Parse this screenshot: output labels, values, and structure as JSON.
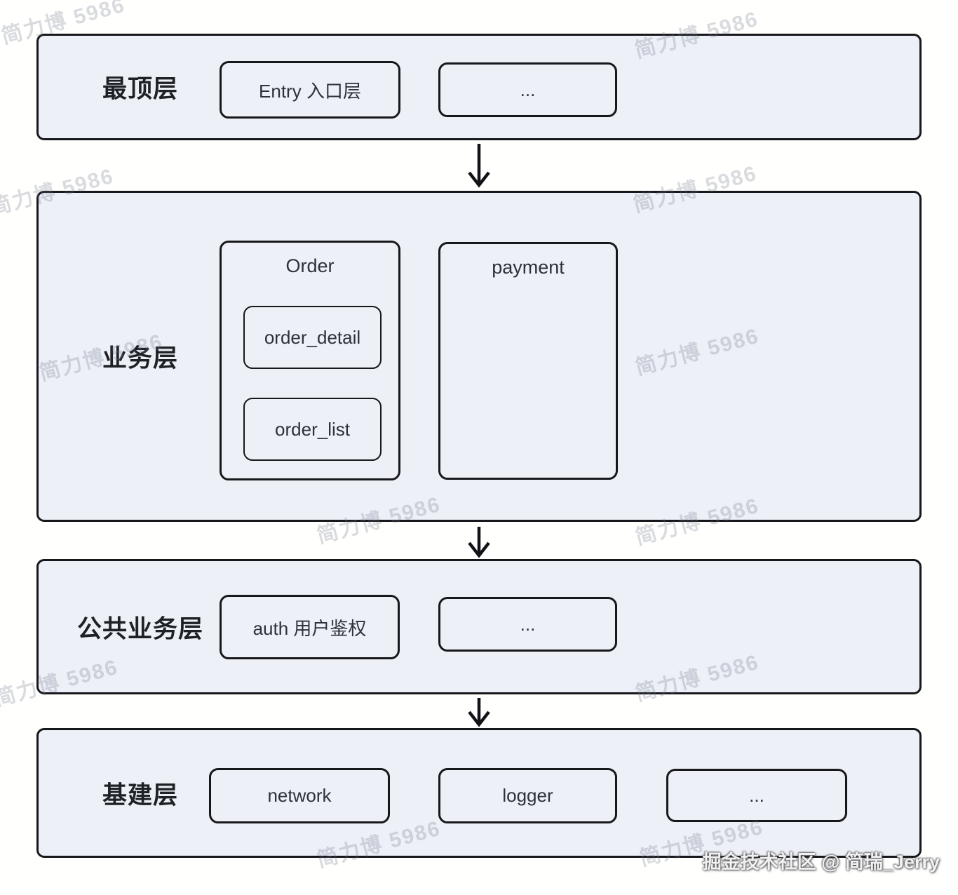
{
  "layers": {
    "top": {
      "label": "最顶层",
      "boxes": [
        {
          "label": "Entry 入口层"
        },
        {
          "label": "..."
        }
      ]
    },
    "business": {
      "label": "业务层",
      "order": {
        "title": "Order",
        "children": [
          {
            "label": "order_detail"
          },
          {
            "label": "order_list"
          }
        ]
      },
      "payment": {
        "title": "payment"
      }
    },
    "common": {
      "label": "公共业务层",
      "boxes": [
        {
          "label": "auth 用户鉴权"
        },
        {
          "label": "..."
        }
      ]
    },
    "infra": {
      "label": "基建层",
      "boxes": [
        {
          "label": "network"
        },
        {
          "label": "logger"
        },
        {
          "label": "..."
        }
      ]
    }
  },
  "watermark": {
    "text": "简力博 5986"
  },
  "credit": {
    "text": "掘金技术社区 @ 简瑞_Jerry"
  },
  "colors": {
    "section_fill": "#eef0f7",
    "border": "#17181c",
    "page_background": "#fffffe",
    "label_text": "#1e2126",
    "node_text": "#2d3138",
    "watermark_text": "rgba(108,116,134,0.26)"
  }
}
